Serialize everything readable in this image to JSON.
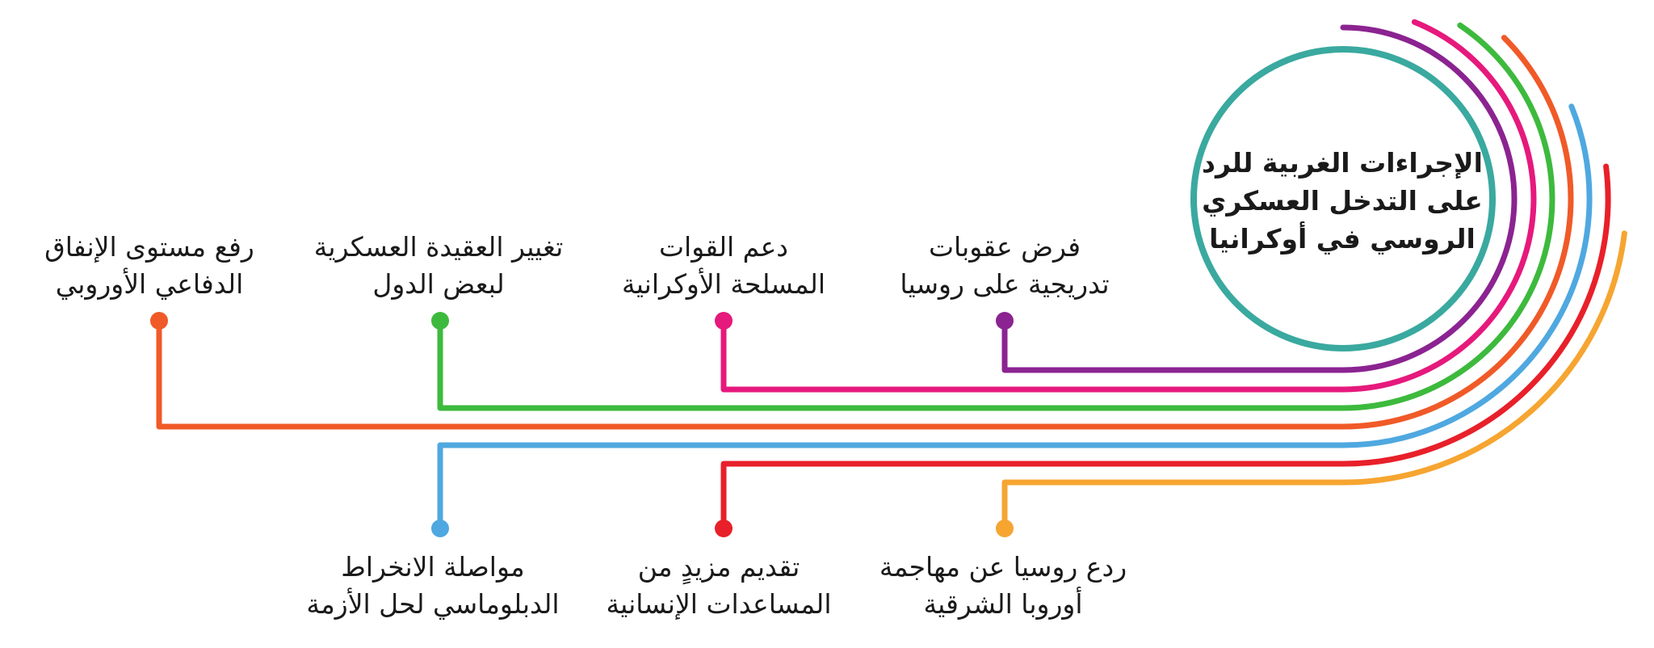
{
  "title": {
    "lines": [
      "الإجراءات الغربية للرد",
      "على التدخل العسكري",
      "الروسي في أوكرانيا"
    ],
    "ring_color": "#3aa99f"
  },
  "branches": [
    {
      "id": "sanctions",
      "lines": [
        "فرض عقوبات",
        "تدريجية على روسيا"
      ],
      "color": "#8b2391"
    },
    {
      "id": "support",
      "lines": [
        "دعم القوات",
        "المسلحة الأوكرانية"
      ],
      "color": "#e6197c"
    },
    {
      "id": "doctrine",
      "lines": [
        "تغيير العقيدة العسكرية",
        "لبعض الدول"
      ],
      "color": "#3dba3d"
    },
    {
      "id": "spending",
      "lines": [
        "رفع مستوى الإنفاق",
        "الدفاعي الأوروبي"
      ],
      "color": "#f05a28"
    },
    {
      "id": "diplomacy",
      "lines": [
        "مواصلة الانخراط",
        "الدبلوماسي لحل الأزمة"
      ],
      "color": "#4fa8e0"
    },
    {
      "id": "aid",
      "lines": [
        "تقديم مزيدٍ من",
        "المساعدات الإنسانية"
      ],
      "color": "#e8202a"
    },
    {
      "id": "deter",
      "lines": [
        "ردع روسيا عن مهاجمة",
        "أوروبا الشرقية"
      ],
      "color": "#f6a531"
    }
  ]
}
